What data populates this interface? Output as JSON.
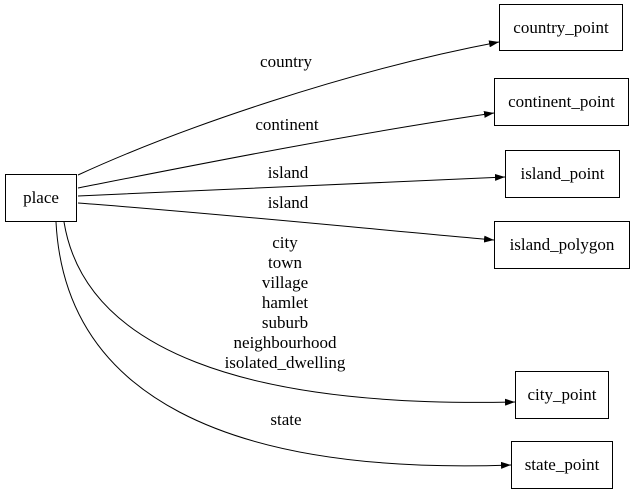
{
  "diagram": {
    "type": "directed-graph",
    "colors": {
      "background": "#ffffff",
      "line": "#000000",
      "text": "#000000"
    },
    "nodes": [
      {
        "id": "place",
        "label": "place"
      },
      {
        "id": "country_point",
        "label": "country_point"
      },
      {
        "id": "continent_point",
        "label": "continent_point"
      },
      {
        "id": "island_point",
        "label": "island_point"
      },
      {
        "id": "island_polygon",
        "label": "island_polygon"
      },
      {
        "id": "city_point",
        "label": "city_point"
      },
      {
        "id": "state_point",
        "label": "state_point"
      }
    ],
    "edges": [
      {
        "from": "place",
        "to": "country_point",
        "label": "country"
      },
      {
        "from": "place",
        "to": "continent_point",
        "label": "continent"
      },
      {
        "from": "place",
        "to": "island_point",
        "label": "island"
      },
      {
        "from": "place",
        "to": "island_polygon",
        "label": "island"
      },
      {
        "from": "place",
        "to": "city_point",
        "label_lines": [
          "city",
          "town",
          "village",
          "hamlet",
          "suburb",
          "neighbourhood",
          "isolated_dwelling"
        ]
      },
      {
        "from": "place",
        "to": "state_point",
        "label": "state"
      }
    ]
  }
}
